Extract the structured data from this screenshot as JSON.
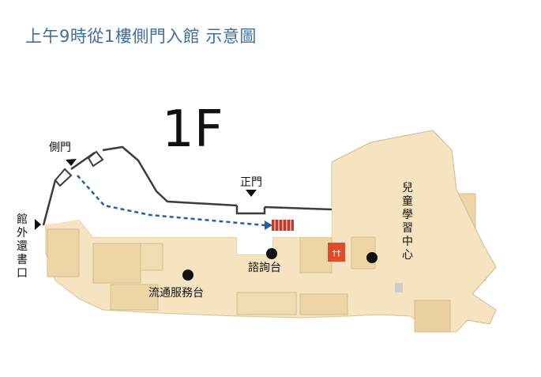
{
  "title": "上午9時從1樓側門入館  示意圖",
  "floor": "1F",
  "labels": {
    "side_gate": "側門",
    "main_gate": "正門",
    "return_box": "館外還書口",
    "children_area": "兒童學習中心",
    "info_desk": "諮詢台",
    "circulation_desk": "流通服務台"
  },
  "colors": {
    "title": "#3f6f9f",
    "floor_fill": "#f5e4bf",
    "room_fill": "#ecd6a6",
    "outline": "#3c3c3c",
    "route": "#1f5fb0",
    "stairs": "#c0392b"
  },
  "icons": [
    "arrow-down-icon",
    "arrow-right-icon",
    "dashed-route-line",
    "location-dot-icon",
    "stairs-icon",
    "restroom-icon",
    "accessibility-icon"
  ]
}
